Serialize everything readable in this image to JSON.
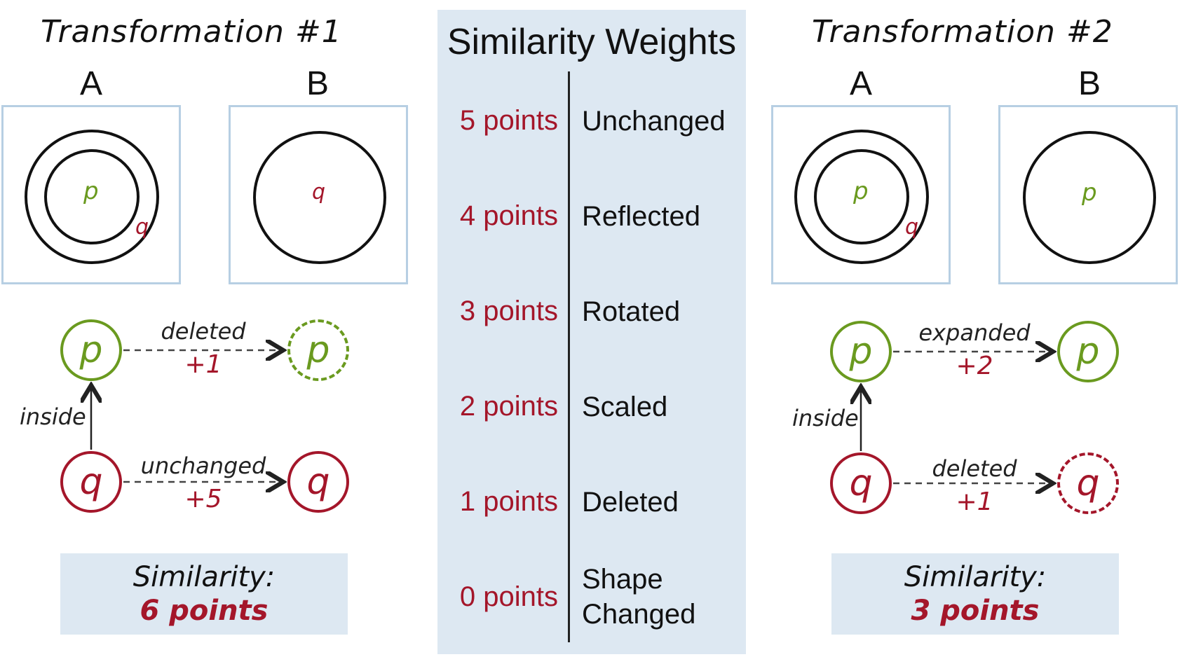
{
  "left": {
    "title": "Transformation #1",
    "frame_a_label": "A",
    "frame_b_label": "B",
    "frame_a_inner": "p",
    "frame_a_outer": "q",
    "frame_b_inner": "q",
    "node_top_src": "p",
    "node_top_dst": "p",
    "top_edge_label": "deleted",
    "top_edge_score": "+1",
    "node_bottom_src": "q",
    "node_bottom_dst": "q",
    "bottom_edge_label": "unchanged",
    "bottom_edge_score": "+5",
    "relation_label": "inside",
    "summary_label": "Similarity:",
    "summary_value": "6 points"
  },
  "center": {
    "title": "Similarity Weights",
    "rows": [
      {
        "points": "5 points",
        "desc": "Unchanged"
      },
      {
        "points": "4 points",
        "desc": "Reflected"
      },
      {
        "points": "3 points",
        "desc": "Rotated"
      },
      {
        "points": "2 points",
        "desc": "Scaled"
      },
      {
        "points": "1 points",
        "desc": "Deleted"
      },
      {
        "points": "0 points",
        "desc": "Shape Changed"
      }
    ]
  },
  "right": {
    "title": "Transformation #2",
    "frame_a_label": "A",
    "frame_b_label": "B",
    "frame_a_inner": "p",
    "frame_a_outer": "q",
    "frame_b_inner": "p",
    "node_top_src": "p",
    "node_top_dst": "p",
    "top_edge_label": "expanded",
    "top_edge_score": "+2",
    "node_bottom_src": "q",
    "node_bottom_dst": "q",
    "bottom_edge_label": "deleted",
    "bottom_edge_score": "+1",
    "relation_label": "inside",
    "summary_label": "Similarity:",
    "summary_value": "3 points"
  },
  "colors": {
    "green": "#6a9a1f",
    "red": "#a4162a",
    "frame_border": "#b7cfe3",
    "panel_bg": "#dde8f2"
  }
}
